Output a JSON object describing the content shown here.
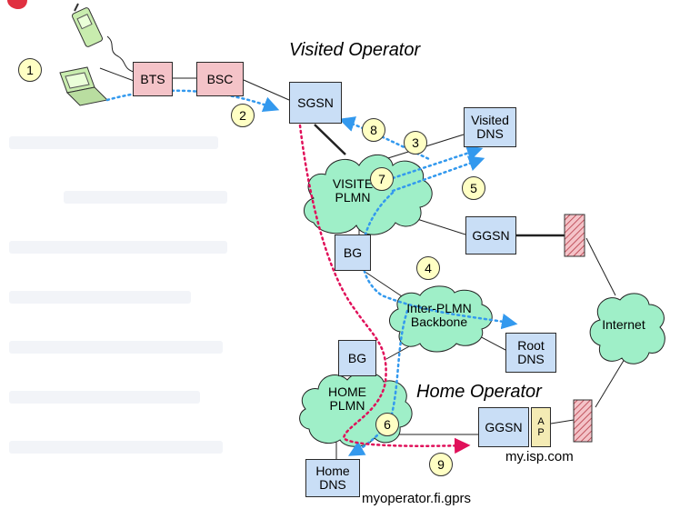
{
  "titles": {
    "visited": "Visited Operator",
    "home": "Home Operator"
  },
  "nodes": {
    "bts": "BTS",
    "bsc": "BSC",
    "sgsn": "SGSN",
    "visited_dns": "Visited\nDNS",
    "ggsn_visited": "GGSN",
    "bg_visited": "BG",
    "root_dns": "Root\nDNS",
    "bg_home": "BG",
    "ggsn_home": "GGSN",
    "ap": "A\nP",
    "home_dns": "Home\nDNS"
  },
  "clouds": {
    "visited_plmn": "VISITE\nPLMN",
    "inter_plmn": "Inter-PLMN\nBackbone",
    "internet": "Internet",
    "home_plmn": "HOME\nPLMN"
  },
  "steps": [
    "1",
    "2",
    "3",
    "4",
    "5",
    "6",
    "7",
    "8",
    "9"
  ],
  "domains": {
    "isp": "my.isp.com",
    "operator": "myoperator.fi.gprs"
  },
  "colors": {
    "node_blue": "#c9def6",
    "node_pink": "#f4c3c8",
    "cloud_green": "#9fefc8",
    "arrow_blue": "#3399ee",
    "arrow_red": "#e0105a",
    "step_yellow": "#ffffc4",
    "firewall_pink": "#f4c3c8"
  },
  "icons": [
    "mobile-phone-icon",
    "laptop-icon",
    "firewall-icon"
  ]
}
